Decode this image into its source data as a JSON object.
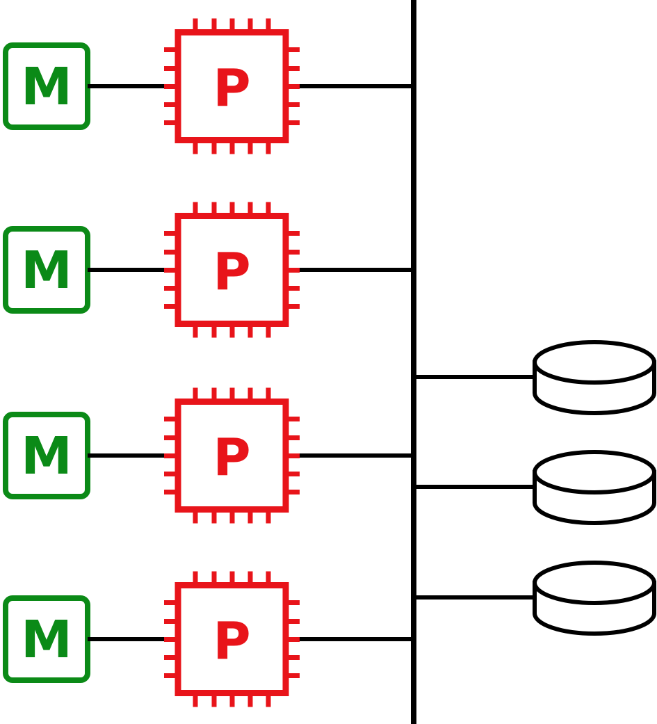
{
  "colors": {
    "memory": "#0b8a17",
    "processor": "#e8141a",
    "line": "#000000"
  },
  "diagram": {
    "nodes": [
      {
        "memory": {
          "label": "M"
        },
        "processor": {
          "label": "P"
        }
      },
      {
        "memory": {
          "label": "M"
        },
        "processor": {
          "label": "P"
        }
      },
      {
        "memory": {
          "label": "M"
        },
        "processor": {
          "label": "P"
        }
      },
      {
        "memory": {
          "label": "M"
        },
        "processor": {
          "label": "P"
        }
      }
    ],
    "disks": [
      {
        "icon": "disk-icon"
      },
      {
        "icon": "disk-icon"
      },
      {
        "icon": "disk-icon"
      }
    ],
    "bus": {
      "icon": "bus-line"
    }
  }
}
